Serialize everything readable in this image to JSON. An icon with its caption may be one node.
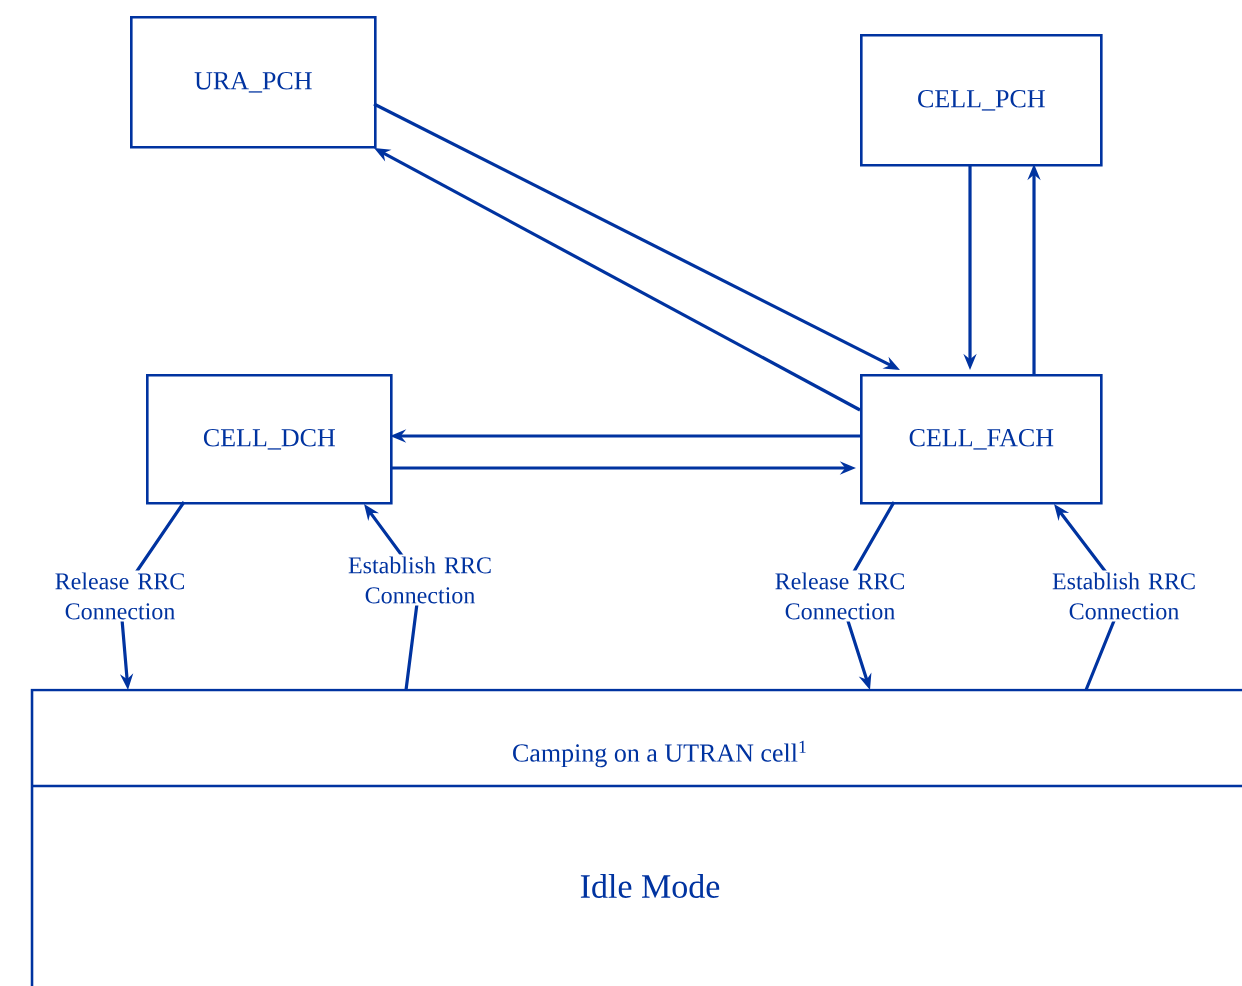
{
  "diagram": {
    "nodes": [
      {
        "text": [
          "URA_PCH"
        ]
      },
      {
        "text": [
          "CELL_PCH"
        ]
      },
      {
        "text": [
          "CELL_DCH"
        ]
      },
      {
        "text": [
          "CELL_FACH"
        ]
      },
      {
        "text": [
          "Camping on a UTRAN cell$^{1}$",
          "Idle Mode"
        ]
      }
    ],
    "edges": [
      {
        "from": 0,
        "to": 3,
        "arrow": "to"
      },
      {
        "from": 3,
        "to": 0,
        "arrow": "to"
      },
      {
        "from": 1,
        "to": 3,
        "arrow": "to"
      },
      {
        "from": 3,
        "to": 1,
        "arrow": "to"
      },
      {
        "from": 3,
        "to": 2,
        "arrow": "to"
      },
      {
        "from": 2,
        "to": 3,
        "arrow": "to"
      },
      {
        "from": 2,
        "to": 4,
        "arrow": "to",
        "label": "Release RRC Connection"
      },
      {
        "from": 4,
        "to": 2,
        "arrow": "to",
        "label": "Establish RRC Connection"
      },
      {
        "from": 3,
        "to": 4,
        "arrow": "to",
        "label": "Release RRC Connection"
      },
      {
        "from": 4,
        "to": 3,
        "arrow": "to",
        "label": "Establish RRC Connection"
      }
    ]
  }
}
